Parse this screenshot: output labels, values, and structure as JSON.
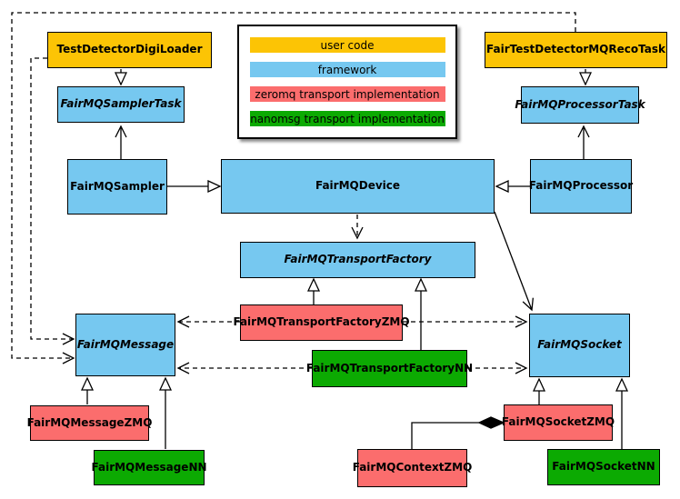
{
  "colors": {
    "user_code": "#FCC405",
    "framework": "#76C8F0",
    "zeromq": "#FB6D6D",
    "nanomsg": "#0CAA02",
    "line": "#000000",
    "background": "#FFFFFF"
  },
  "legend": {
    "items": [
      {
        "label": "user code",
        "color": "#FCC405"
      },
      {
        "label": "framework",
        "color": "#76C8F0"
      },
      {
        "label": "zeromq transport implementation",
        "color": "#FB6D6D"
      },
      {
        "label": "nanomsg transport implementation",
        "color": "#0CAA02"
      }
    ]
  },
  "nodes": {
    "test_detector_digi_loader": {
      "label": "TestDetectorDigiLoader",
      "category": "user code",
      "abstract": false
    },
    "fair_test_detector_mq_reco_task": {
      "label": "FairTestDetectorMQRecoTask",
      "category": "user code",
      "abstract": false
    },
    "fairmq_sampler_task": {
      "label": "FairMQSamplerTask",
      "category": "framework",
      "abstract": true
    },
    "fairmq_processor_task": {
      "label": "FairMQProcessorTask",
      "category": "framework",
      "abstract": true
    },
    "fairmq_sampler": {
      "label": "FairMQSampler",
      "category": "framework",
      "abstract": false
    },
    "fairmq_device": {
      "label": "FairMQDevice",
      "category": "framework",
      "abstract": false
    },
    "fairmq_processor": {
      "label": "FairMQProcessor",
      "category": "framework",
      "abstract": false
    },
    "fairmq_transport_factory": {
      "label": "FairMQTransportFactory",
      "category": "framework",
      "abstract": true
    },
    "fairmq_transport_factory_zmq": {
      "label": "FairMQTransportFactoryZMQ",
      "category": "zeromq",
      "abstract": false
    },
    "fairmq_transport_factory_nn": {
      "label": "FairMQTransportFactoryNN",
      "category": "nanomsg",
      "abstract": false
    },
    "fairmq_message": {
      "label": "FairMQMessage",
      "category": "framework",
      "abstract": true
    },
    "fairmq_socket": {
      "label": "FairMQSocket",
      "category": "framework",
      "abstract": true
    },
    "fairmq_message_zmq": {
      "label": "FairMQMessageZMQ",
      "category": "zeromq",
      "abstract": false
    },
    "fairmq_message_nn": {
      "label": "FairMQMessageNN",
      "category": "nanomsg",
      "abstract": false
    },
    "fairmq_context_zmq": {
      "label": "FairMQContextZMQ",
      "category": "zeromq",
      "abstract": false
    },
    "fairmq_socket_zmq": {
      "label": "FairMQSocketZMQ",
      "category": "zeromq",
      "abstract": false
    },
    "fairmq_socket_nn": {
      "label": "FairMQSocketNN",
      "category": "nanomsg",
      "abstract": false
    }
  },
  "edges": [
    {
      "from": "TestDetectorDigiLoader",
      "to": "FairMQSamplerTask",
      "type": "inheritance"
    },
    {
      "from": "FairTestDetectorMQRecoTask",
      "to": "FairMQProcessorTask",
      "type": "inheritance"
    },
    {
      "from": "FairMQSampler",
      "to": "FairMQSamplerTask",
      "type": "association"
    },
    {
      "from": "FairMQProcessor",
      "to": "FairMQProcessorTask",
      "type": "association"
    },
    {
      "from": "FairMQSampler",
      "to": "FairMQDevice",
      "type": "inheritance"
    },
    {
      "from": "FairMQProcessor",
      "to": "FairMQDevice",
      "type": "inheritance"
    },
    {
      "from": "FairMQDevice",
      "to": "FairMQTransportFactory",
      "type": "dependency"
    },
    {
      "from": "FairMQDevice",
      "to": "FairMQSocket",
      "type": "association"
    },
    {
      "from": "FairMQTransportFactoryZMQ",
      "to": "FairMQTransportFactory",
      "type": "inheritance"
    },
    {
      "from": "FairMQTransportFactoryNN",
      "to": "FairMQTransportFactory",
      "type": "inheritance"
    },
    {
      "from": "FairMQTransportFactoryZMQ",
      "to": "FairMQMessage",
      "type": "dependency"
    },
    {
      "from": "FairMQTransportFactoryZMQ",
      "to": "FairMQSocket",
      "type": "dependency"
    },
    {
      "from": "FairMQTransportFactoryNN",
      "to": "FairMQMessage",
      "type": "dependency"
    },
    {
      "from": "FairMQTransportFactoryNN",
      "to": "FairMQSocket",
      "type": "dependency"
    },
    {
      "from": "TestDetectorDigiLoader",
      "to": "FairMQMessage",
      "type": "dependency"
    },
    {
      "from": "FairTestDetectorMQRecoTask",
      "to": "FairMQMessage",
      "type": "dependency"
    },
    {
      "from": "FairMQMessageZMQ",
      "to": "FairMQMessage",
      "type": "inheritance"
    },
    {
      "from": "FairMQMessageNN",
      "to": "FairMQMessage",
      "type": "inheritance"
    },
    {
      "from": "FairMQSocketZMQ",
      "to": "FairMQSocket",
      "type": "inheritance"
    },
    {
      "from": "FairMQSocketNN",
      "to": "FairMQSocket",
      "type": "inheritance"
    },
    {
      "from": "FairMQSocketZMQ",
      "to": "FairMQContextZMQ",
      "type": "composition"
    }
  ]
}
